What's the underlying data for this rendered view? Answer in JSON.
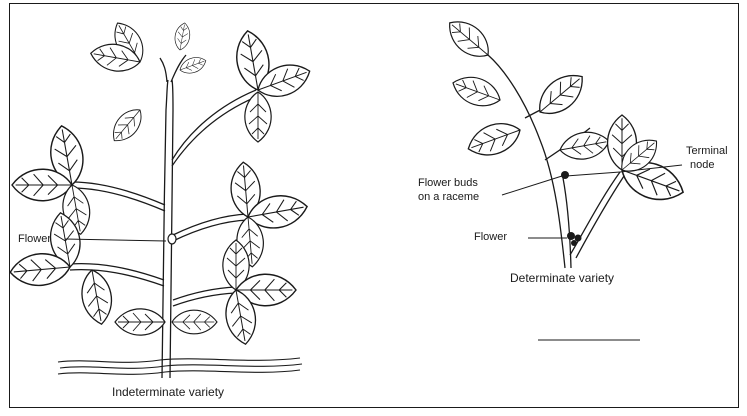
{
  "left_panel": {
    "flower_label": "Flower",
    "caption": "Indeterminate variety"
  },
  "right_panel": {
    "flower_buds_label_line1": "Flower buds",
    "flower_buds_label_line2": "on a raceme",
    "terminal_node_label_line1": "Terminal",
    "terminal_node_label_line2": "node",
    "flower_label": "Flower",
    "caption": "Determinate variety"
  }
}
